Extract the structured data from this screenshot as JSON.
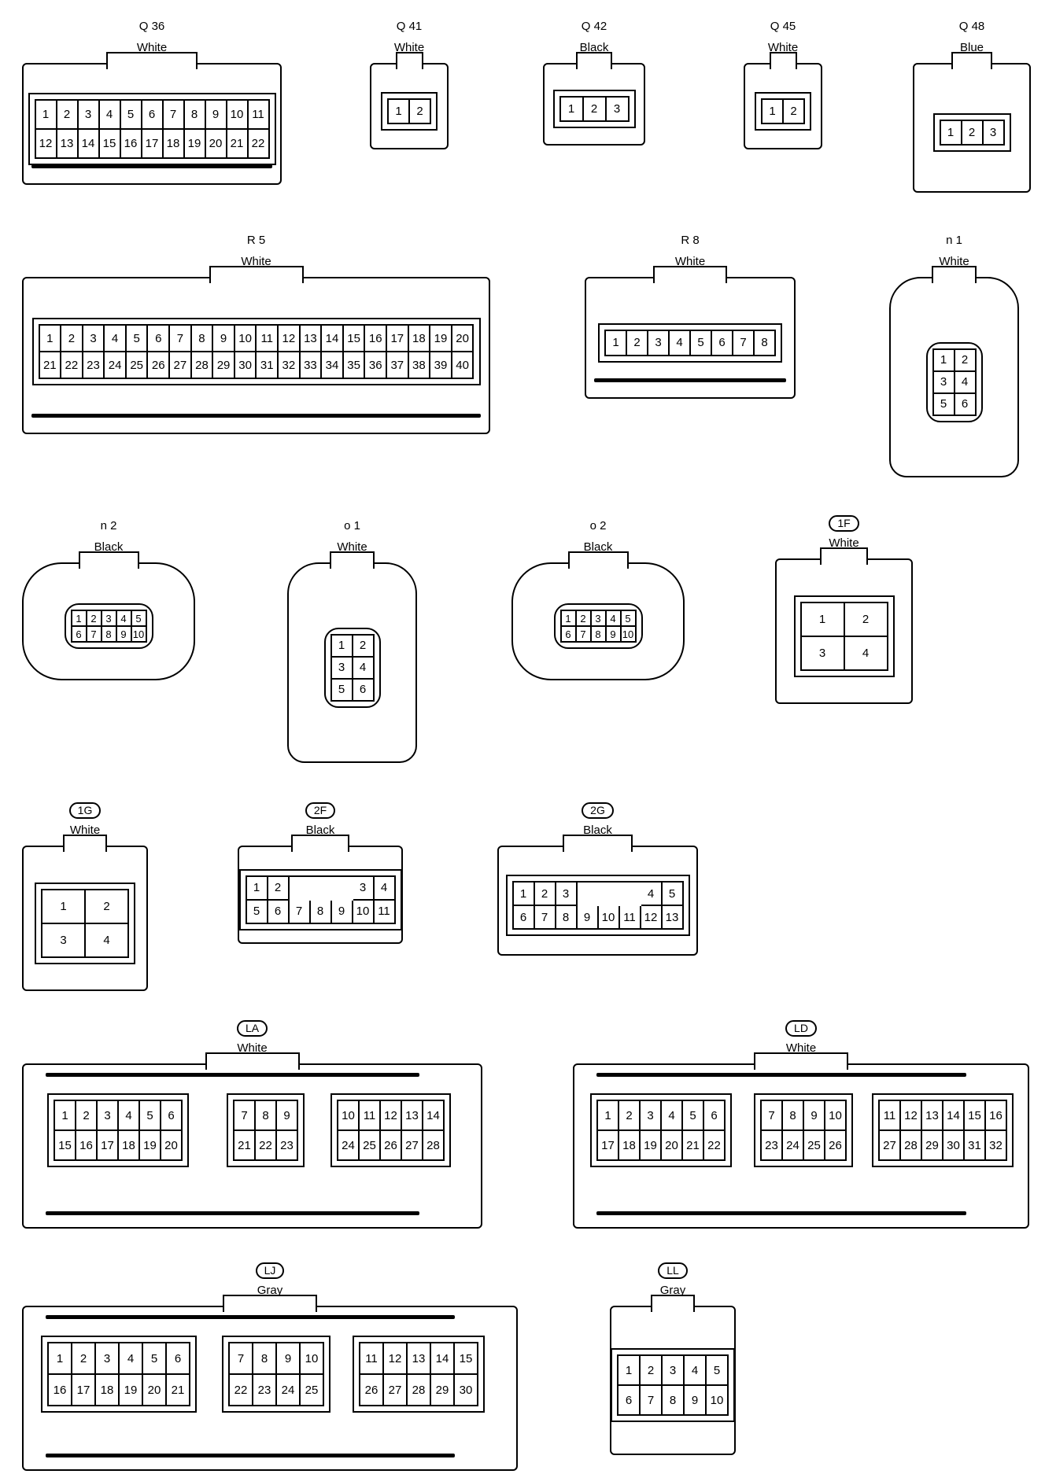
{
  "connectors": [
    {
      "id": "Q 36",
      "color": "White",
      "badge": false,
      "rows": [
        [
          "1",
          "2",
          "3",
          "4",
          "5",
          "6",
          "7",
          "8",
          "9",
          "10",
          "11"
        ],
        [
          "12",
          "13",
          "14",
          "15",
          "16",
          "17",
          "18",
          "19",
          "20",
          "21",
          "22"
        ]
      ]
    },
    {
      "id": "Q 41",
      "color": "White",
      "badge": false,
      "rows": [
        [
          "1",
          "2"
        ]
      ]
    },
    {
      "id": "Q 42",
      "color": "Black",
      "badge": false,
      "rows": [
        [
          "1",
          "2",
          "3"
        ]
      ]
    },
    {
      "id": "Q 45",
      "color": "White",
      "badge": false,
      "rows": [
        [
          "1",
          "2"
        ]
      ]
    },
    {
      "id": "Q 48",
      "color": "Blue",
      "badge": false,
      "rows": [
        [
          "1",
          "2",
          "3"
        ]
      ]
    },
    {
      "id": "R 5",
      "color": "White",
      "badge": false,
      "rows": [
        [
          "1",
          "2",
          "3",
          "4",
          "5",
          "6",
          "7",
          "8",
          "9",
          "10",
          "11",
          "12",
          "13",
          "14",
          "15",
          "16",
          "17",
          "18",
          "19",
          "20"
        ],
        [
          "21",
          "22",
          "23",
          "24",
          "25",
          "26",
          "27",
          "28",
          "29",
          "30",
          "31",
          "32",
          "33",
          "34",
          "35",
          "36",
          "37",
          "38",
          "39",
          "40"
        ]
      ]
    },
    {
      "id": "R 8",
      "color": "White",
      "badge": false,
      "rows": [
        [
          "1",
          "2",
          "3",
          "4",
          "5",
          "6",
          "7",
          "8"
        ]
      ]
    },
    {
      "id": "n 1",
      "color": "White",
      "badge": false,
      "rows": [
        [
          "1",
          "2"
        ],
        [
          "3",
          "4"
        ],
        [
          "5",
          "6"
        ]
      ]
    },
    {
      "id": "n 2",
      "color": "Black",
      "badge": false,
      "rows": [
        [
          "1",
          "2",
          "3",
          "4",
          "5"
        ],
        [
          "6",
          "7",
          "8",
          "9",
          "10"
        ]
      ]
    },
    {
      "id": "o 1",
      "color": "White",
      "badge": false,
      "rows": [
        [
          "1",
          "2"
        ],
        [
          "3",
          "4"
        ],
        [
          "5",
          "6"
        ]
      ]
    },
    {
      "id": "o 2",
      "color": "Black",
      "badge": false,
      "rows": [
        [
          "1",
          "2",
          "3",
          "4",
          "5"
        ],
        [
          "6",
          "7",
          "8",
          "9",
          "10"
        ]
      ]
    },
    {
      "id": "1F",
      "color": "White",
      "badge": true,
      "rows": [
        [
          "1",
          "2"
        ],
        [
          "3",
          "4"
        ]
      ]
    },
    {
      "id": "1G",
      "color": "White",
      "badge": true,
      "rows": [
        [
          "1",
          "2"
        ],
        [
          "3",
          "4"
        ]
      ]
    },
    {
      "id": "2F",
      "color": "Black",
      "badge": true,
      "rows": [
        [
          "1",
          "2",
          "",
          "",
          "",
          "3",
          "4"
        ],
        [
          "5",
          "6",
          "7",
          "8",
          "9",
          "10",
          "11"
        ]
      ]
    },
    {
      "id": "2G",
      "color": "Black",
      "badge": true,
      "rows": [
        [
          "1",
          "2",
          "3",
          "",
          "",
          "",
          "4",
          "5"
        ],
        [
          "6",
          "7",
          "8",
          "9",
          "10",
          "11",
          "12",
          "13"
        ]
      ]
    },
    {
      "id": "LA",
      "color": "White",
      "badge": true,
      "groups": [
        {
          "rows": [
            [
              "1",
              "2",
              "3",
              "4",
              "5",
              "6"
            ],
            [
              "15",
              "16",
              "17",
              "18",
              "19",
              "20"
            ]
          ]
        },
        {
          "rows": [
            [
              "7",
              "8",
              "9"
            ],
            [
              "21",
              "22",
              "23"
            ]
          ]
        },
        {
          "rows": [
            [
              "10",
              "11",
              "12",
              "13",
              "14"
            ],
            [
              "24",
              "25",
              "26",
              "27",
              "28"
            ]
          ]
        }
      ]
    },
    {
      "id": "LD",
      "color": "White",
      "badge": true,
      "groups": [
        {
          "rows": [
            [
              "1",
              "2",
              "3",
              "4",
              "5",
              "6"
            ],
            [
              "17",
              "18",
              "19",
              "20",
              "21",
              "22"
            ]
          ]
        },
        {
          "rows": [
            [
              "7",
              "8",
              "9",
              "10"
            ],
            [
              "23",
              "24",
              "25",
              "26"
            ]
          ]
        },
        {
          "rows": [
            [
              "11",
              "12",
              "13",
              "14",
              "15",
              "16"
            ],
            [
              "27",
              "28",
              "29",
              "30",
              "31",
              "32"
            ]
          ]
        }
      ]
    },
    {
      "id": "LJ",
      "color": "Gray",
      "badge": true,
      "groups": [
        {
          "rows": [
            [
              "1",
              "2",
              "3",
              "4",
              "5",
              "6"
            ],
            [
              "16",
              "17",
              "18",
              "19",
              "20",
              "21"
            ]
          ]
        },
        {
          "rows": [
            [
              "7",
              "8",
              "9",
              "10"
            ],
            [
              "22",
              "23",
              "24",
              "25"
            ]
          ]
        },
        {
          "rows": [
            [
              "11",
              "12",
              "13",
              "14",
              "15"
            ],
            [
              "26",
              "27",
              "28",
              "29",
              "30"
            ]
          ]
        }
      ]
    },
    {
      "id": "LL",
      "color": "Gray",
      "badge": true,
      "rows": [
        [
          "1",
          "2",
          "3",
          "4",
          "5"
        ],
        [
          "6",
          "7",
          "8",
          "9",
          "10"
        ]
      ]
    }
  ]
}
